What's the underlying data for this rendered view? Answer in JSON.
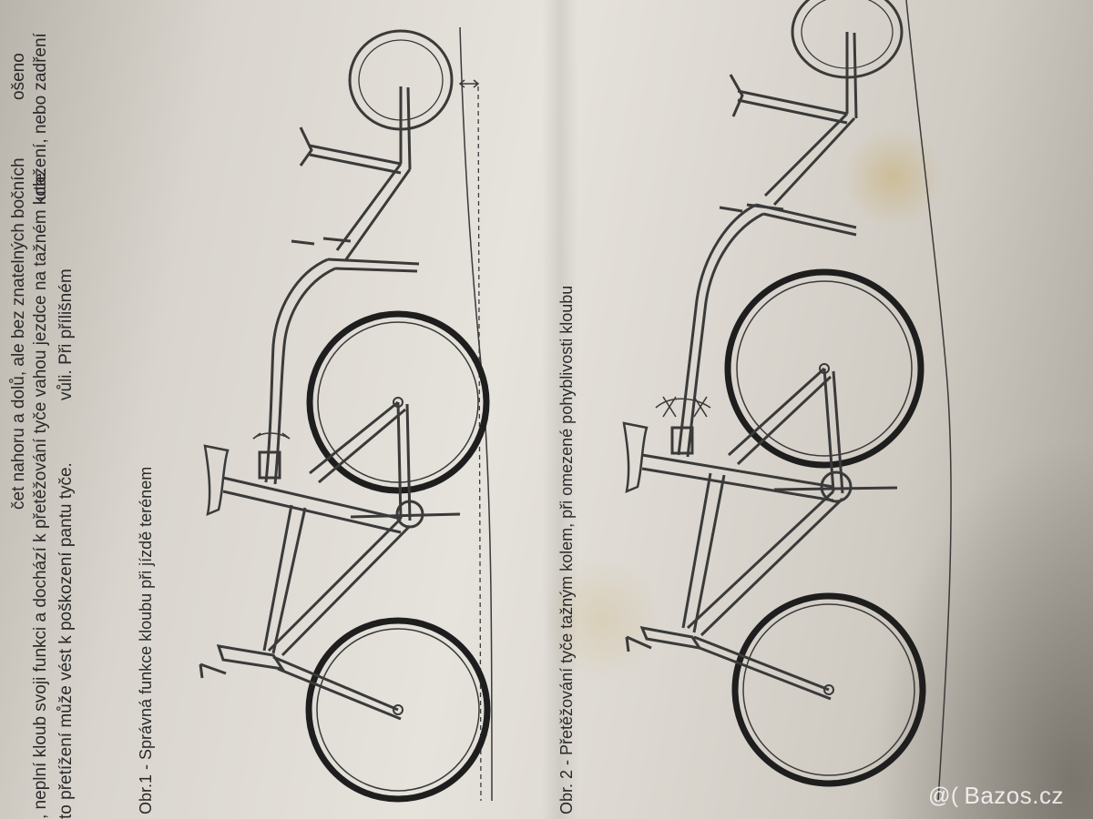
{
  "document": {
    "body_lines": [
      "čet nahoru a dolů, ale bez znatelných bočních",
      ", neplní kloub svoji funkci a dochází k přetěžování tyče vahou jezdce na tažném kole.",
      "to přetížení může vést k poškození pantu tyče."
    ],
    "body_right_fragments": [
      "ošeno",
      "utažení, nebo zadření",
      "vůli. Při přílišném"
    ],
    "figure1_caption": "Obr.1 - Správná funkce kloubu při jízdě terénem",
    "figure2_caption": "Obr. 2 - Přetěžování tyče tažným kolem, při omezené pohyblivosti kloubu"
  },
  "watermark": {
    "icon": "at-sign-icon",
    "text": "Bazos.cz"
  }
}
